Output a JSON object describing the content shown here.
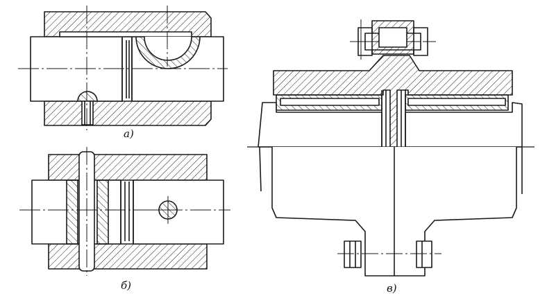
{
  "figure": {
    "labels": {
      "a": "а)",
      "b": "б)",
      "c": "в)"
    },
    "colors": {
      "ink": "#1a1a1a",
      "paper": "#ffffff"
    }
  }
}
